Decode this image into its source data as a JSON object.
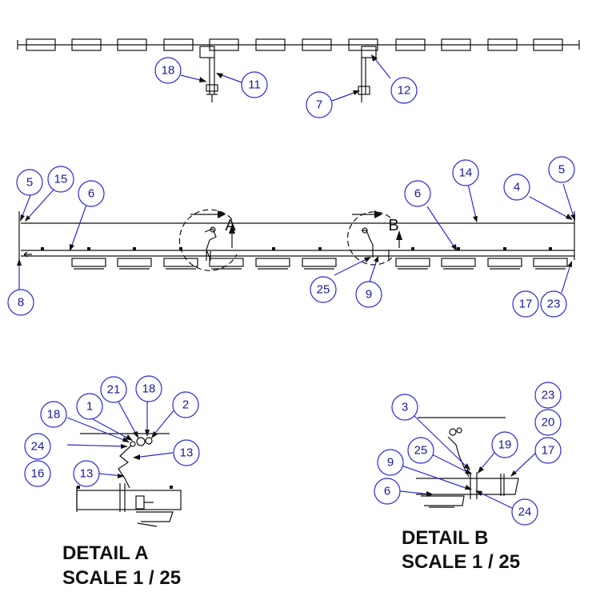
{
  "balloons": {
    "b18_top": "18",
    "b11": "11",
    "b12": "12",
    "b7": "7",
    "b5_left": "5",
    "b15": "15",
    "b6_left": "6",
    "b14": "14",
    "b6_right": "6",
    "b4": "4",
    "b5_right": "5",
    "b8": "8",
    "b25_mid": "25",
    "b9_mid": "9",
    "b17_mid": "17",
    "b23_mid": "23",
    "a21": "21",
    "a18_top": "18",
    "a1": "1",
    "a2": "2",
    "a18_left": "18",
    "a24": "24",
    "a13_right": "13",
    "a16": "16",
    "a13_left": "13",
    "b_3": "3",
    "b_23": "23",
    "b_20": "20",
    "b_25": "25",
    "b_19": "19",
    "b_17": "17",
    "b_9": "9",
    "b_6": "6",
    "b_24": "24"
  },
  "view_refs": {
    "a": "A",
    "b": "B"
  },
  "detail_a": {
    "title": "DETAIL  A",
    "scale": "SCALE 1 / 25"
  },
  "detail_b": {
    "title": "DETAIL  B",
    "scale": "SCALE 1 / 25"
  }
}
